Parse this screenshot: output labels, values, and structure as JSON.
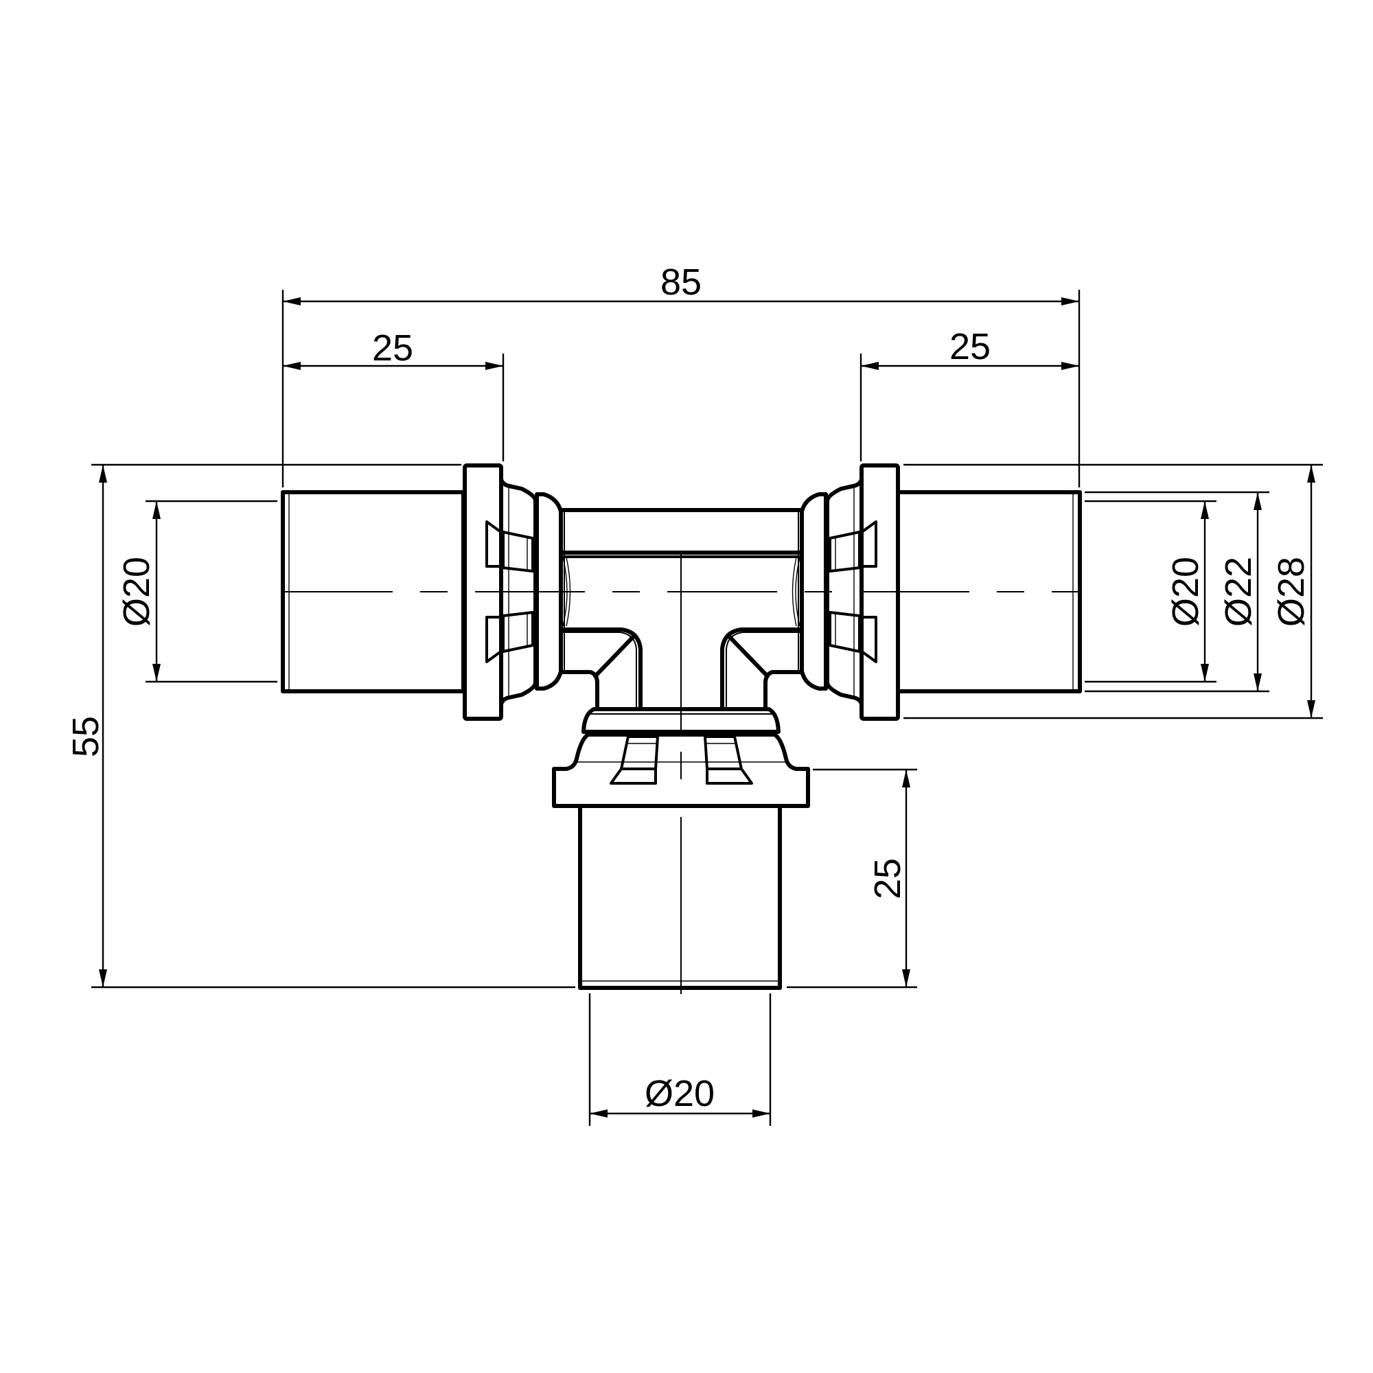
{
  "drawing": {
    "subject": "Press-fit tee fitting (equal tee with press sleeves)",
    "line_color": "#000000",
    "background": "#ffffff"
  },
  "dimensions": {
    "overall_length": "85",
    "left_socket_length": "25",
    "right_socket_length": "25",
    "branch_socket_length": "25",
    "overall_height": "55",
    "left_pipe_diameter": "Ø20",
    "right_pipe_inner_diameter": "Ø20",
    "right_pipe_outer_diameter": "Ø22",
    "right_sleeve_diameter": "Ø28",
    "branch_pipe_diameter": "Ø20"
  }
}
